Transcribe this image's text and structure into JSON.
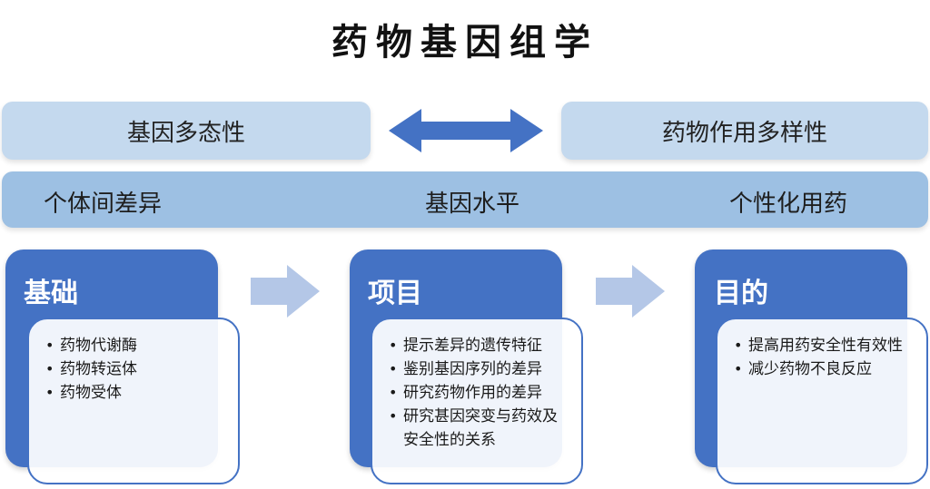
{
  "title": "药物基因组学",
  "top": {
    "left": "基因多态性",
    "right": "药物作用多样性"
  },
  "band": {
    "left": "个体间差异",
    "center": "基因水平",
    "right": "个性化用药"
  },
  "cards": [
    {
      "title": "基础",
      "items": [
        "药物代谢酶",
        "药物转运体",
        "药物受体"
      ]
    },
    {
      "title": "项目",
      "items": [
        "提示差异的遗传特征",
        "鉴别基因序列的差异",
        "研究药物作用的差异",
        "研究甚因突变与药效及安全性的关系"
      ]
    },
    {
      "title": "目的",
      "items": [
        "提高用药安全性有效性",
        "减少药物不良反应"
      ]
    }
  ],
  "colors": {
    "card_blue": "#4472c4",
    "light_box": "#c4d9ee",
    "band": "#9dc0e3",
    "arrow_dark": "#4472c4",
    "arrow_light": "#b4c7e7"
  },
  "icons": {
    "double_arrow": "double-arrow-icon",
    "right_arrow": "right-arrow-icon"
  }
}
